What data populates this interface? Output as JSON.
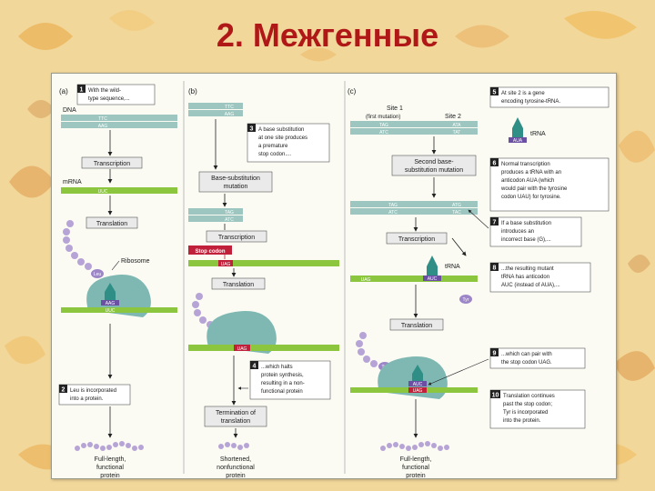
{
  "title": "2. Межгенные",
  "panels": {
    "a": "(a)",
    "b": "(b)",
    "c": "(c)"
  },
  "labels": {
    "dna": "DNA",
    "mrna": "mRNA",
    "ribosome": "Ribosome",
    "trna": "tRNA",
    "trna2": "tRNA",
    "stop_codon": "Stop codon",
    "site1": "Site 1",
    "first_mutation": "(first mutation)",
    "site2": "Site 2"
  },
  "processes": {
    "transcription_a": "Transcription",
    "translation_a": "Translation",
    "base_sub": [
      "Base-substitution",
      "mutation"
    ],
    "transcription_b": "Transcription",
    "translation_b": "Translation",
    "termination": [
      "Termination of",
      "translation"
    ],
    "second_sub": [
      "Second base-",
      "substitution mutation"
    ],
    "transcription_c": "Transcription",
    "translation_c": "Translation"
  },
  "codons": {
    "dna_a_top": "TTC",
    "dna_a_bot": "AAG",
    "mrna_a": "UUC",
    "leu": "Leu",
    "anti_a": "AAG",
    "codon_a": "UUC",
    "dna_b_top": "TTC",
    "dna_b_bot": "AAG",
    "dna_b2_top": "TAG",
    "dna_b2_bot": "ATC",
    "mrna_b": "UAG",
    "mrna_b2": "UAG",
    "dna_c1_top": "TAG",
    "dna_c1_bot": "ATC",
    "dna_c2_top": "ATA",
    "dna_c2_bot": "TAT",
    "dna_c3_top": "TAG",
    "dna_c3_bot": "ATC",
    "dna_c4_top": "ATG",
    "dna_c4_bot": "TAC",
    "mrna_c": "UAG",
    "anti_c": "AUC",
    "tyr": "Tyr",
    "tyr2": "Tyr",
    "anti_c2": "AUC",
    "codon_c2": "UAG",
    "aua": "AUA"
  },
  "callouts": [
    {
      "n": "1",
      "lines": [
        "With the wild-",
        "type sequence,..."
      ]
    },
    {
      "n": "2",
      "lines": [
        "Leu is incorporated",
        "into a protein."
      ]
    },
    {
      "n": "3",
      "lines": [
        "A base substitution",
        "at one site produces",
        "a premature",
        "stop codon...."
      ]
    },
    {
      "n": "4",
      "lines": [
        "...which halts",
        "protein synthesis,",
        "resulting in a non-",
        "functional protein"
      ]
    },
    {
      "n": "5",
      "lines": [
        "At site 2 is a gene",
        "encoding tyrosine-tRNA."
      ]
    },
    {
      "n": "6",
      "lines": [
        "Normal transcription",
        "produces a tRNA with an",
        "anticodon AUA (which",
        "would pair with the tyrosine",
        "codon UAU) for tyrosine."
      ]
    },
    {
      "n": "7",
      "lines": [
        "If a base substitution",
        "introduces an",
        "incorrect base (G),..."
      ]
    },
    {
      "n": "8",
      "lines": [
        "...the resulting mutant",
        "tRNA has anticodon",
        "AUC (instead of AUA),..."
      ]
    },
    {
      "n": "9",
      "lines": [
        "...which can pair with",
        "the stop codon UAG."
      ]
    },
    {
      "n": "10",
      "lines": [
        "Translation continues",
        "past the stop codon;",
        "Tyr is incorporated",
        "into the protein."
      ]
    }
  ],
  "outcomes": {
    "a": [
      "Full-length,",
      "functional",
      "protein"
    ],
    "b": [
      "Shortened,",
      "nonfunctional",
      "protein"
    ],
    "c": [
      "Full-length,",
      "functional",
      "protein"
    ]
  }
}
